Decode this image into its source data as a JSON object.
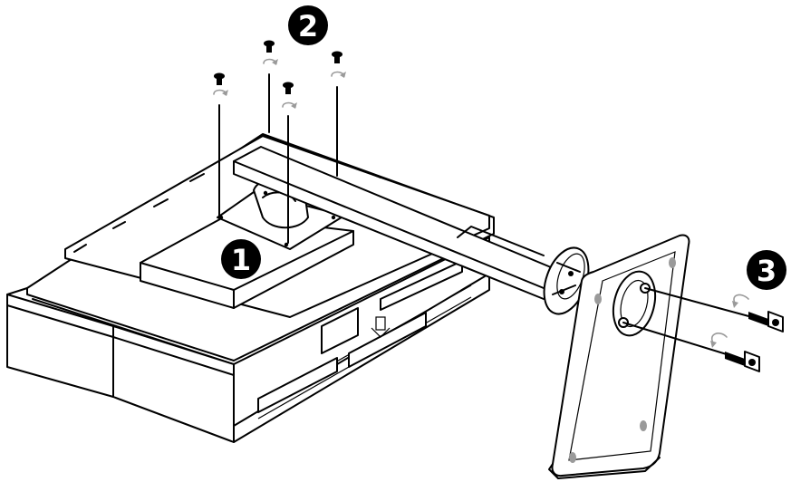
{
  "diagram": {
    "badges": [
      {
        "id": "step-1",
        "label": "1"
      },
      {
        "id": "step-2",
        "label": "2"
      },
      {
        "id": "step-3",
        "label": "3"
      }
    ],
    "colors": {
      "line": "#000000",
      "rotation_arrow": "#9a9a9a",
      "badge_fill": "#000000",
      "badge_text": "#ffffff",
      "background": "#ffffff"
    },
    "icons": [
      "screw-icon",
      "rotate-arrow-icon",
      "step-badge-icon"
    ]
  }
}
